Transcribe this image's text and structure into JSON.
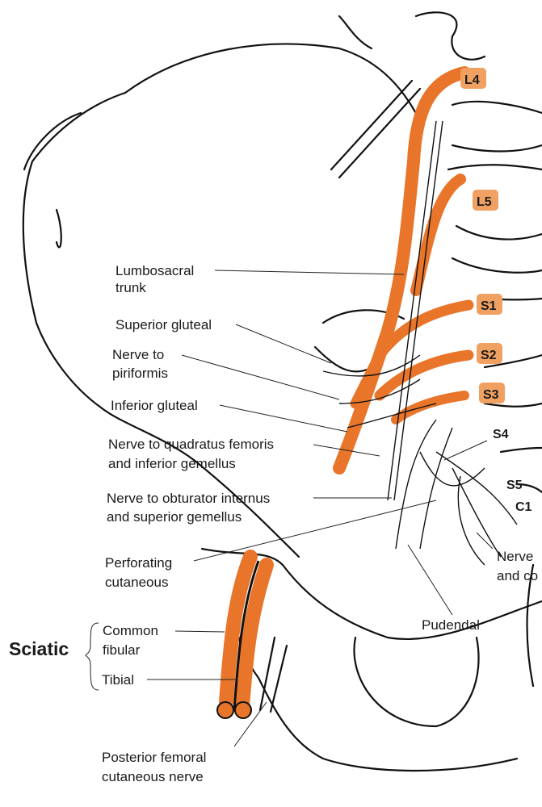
{
  "colors": {
    "nerve": "#e8752a",
    "badge": "#f0a060",
    "outline": "#111111"
  },
  "segments": {
    "L4": "L4",
    "L5": "L5",
    "S1": "S1",
    "S2": "S2",
    "S3": "S3",
    "S4": "S4",
    "S5": "S5",
    "C1": "C1"
  },
  "labels": {
    "lumbosacral_1": "Lumbosacral",
    "lumbosacral_2": "trunk",
    "superior_gluteal": "Superior gluteal",
    "piriformis_1": "Nerve to",
    "piriformis_2": "piriformis",
    "inferior_gluteal": "Inferior gluteal",
    "quadratus_1": "Nerve to quadratus femoris",
    "quadratus_2": "and inferior gemellus",
    "obturator_1": "Nerve to obturator internus",
    "obturator_2": "and superior gemellus",
    "perforating_1": "Perforating",
    "perforating_2": "cutaneous",
    "pudendal": "Pudendal",
    "nerve_coccygeal_1": "Nerve",
    "nerve_coccygeal_2": "and co",
    "sciatic": "Sciatic",
    "common_fibular_1": "Common",
    "common_fibular_2": "fibular",
    "tibial": "Tibial",
    "posterior_femoral_1": "Posterior femoral",
    "posterior_femoral_2": "cutaneous nerve"
  }
}
